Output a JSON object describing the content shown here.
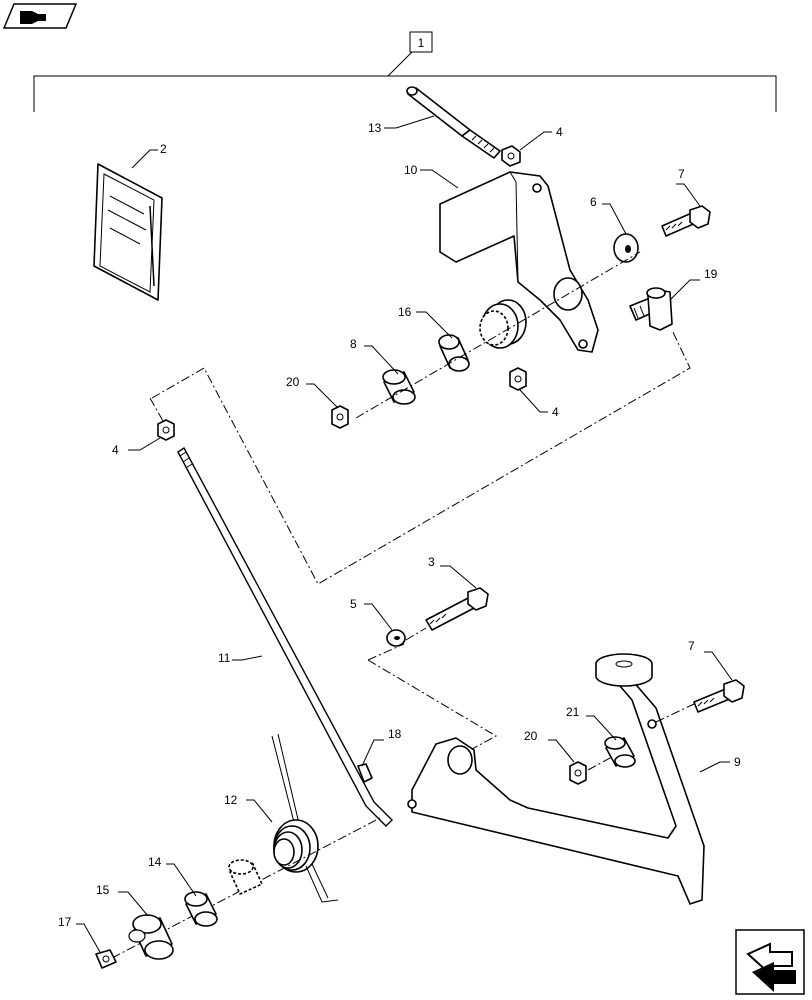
{
  "nav": {
    "icons": [
      "book-reference-icon",
      "next-page-arrow-icon"
    ]
  },
  "callouts": {
    "assembly": "1",
    "manual": "2",
    "bolt_3": "3",
    "nut_4_top": "4",
    "nut_4_mid": "4",
    "nut_4_left": "4",
    "washer_5": "5",
    "washer_6": "6",
    "bolt_7_top": "7",
    "bolt_7_bottom": "7",
    "spacer_8": "8",
    "pedal_9": "9",
    "bracket_10": "10",
    "rod_11": "11",
    "spring_12": "12",
    "pin_13": "13",
    "bushing_14": "14",
    "spacer_15": "15",
    "bushing_16": "16",
    "nut_17": "17",
    "clip_18": "18",
    "fitting_19": "19",
    "nut_20_top": "20",
    "nut_20_bottom": "20",
    "spacer_21": "21"
  }
}
